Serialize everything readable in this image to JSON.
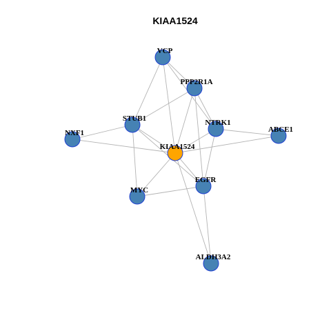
{
  "title": "KIAA1524",
  "colors": {
    "node_fill": "#4682B4",
    "center_fill": "#FFA500",
    "node_stroke": "#1F3FD1",
    "edge": "#B3B3B3"
  },
  "nodes": [
    {
      "id": "VCP",
      "label": "VCP",
      "center": false
    },
    {
      "id": "PPP2R1A",
      "label": "PPP2R1A",
      "center": false
    },
    {
      "id": "STUB1",
      "label": "STUB1",
      "center": false
    },
    {
      "id": "NTRK1",
      "label": "NTRK1",
      "center": false
    },
    {
      "id": "NXF1",
      "label": "NXF1",
      "center": false
    },
    {
      "id": "ABCE1",
      "label": "ABCE1",
      "center": false
    },
    {
      "id": "KIAA1524",
      "label": "KIAA1524",
      "center": true
    },
    {
      "id": "EGFR",
      "label": "EGFR",
      "center": false
    },
    {
      "id": "MYC",
      "label": "MYC",
      "center": false
    },
    {
      "id": "ALDH3A2",
      "label": "ALDH3A2",
      "center": false
    }
  ],
  "edges": [
    [
      "VCP",
      "PPP2R1A"
    ],
    [
      "VCP",
      "STUB1"
    ],
    [
      "VCP",
      "NTRK1"
    ],
    [
      "VCP",
      "KIAA1524"
    ],
    [
      "PPP2R1A",
      "STUB1"
    ],
    [
      "PPP2R1A",
      "NTRK1"
    ],
    [
      "PPP2R1A",
      "KIAA1524"
    ],
    [
      "PPP2R1A",
      "EGFR"
    ],
    [
      "STUB1",
      "NXF1"
    ],
    [
      "STUB1",
      "KIAA1524"
    ],
    [
      "STUB1",
      "MYC"
    ],
    [
      "STUB1",
      "EGFR"
    ],
    [
      "NTRK1",
      "ABCE1"
    ],
    [
      "NTRK1",
      "KIAA1524"
    ],
    [
      "NTRK1",
      "EGFR"
    ],
    [
      "NXF1",
      "KIAA1524"
    ],
    [
      "ABCE1",
      "KIAA1524"
    ],
    [
      "KIAA1524",
      "EGFR"
    ],
    [
      "KIAA1524",
      "MYC"
    ],
    [
      "KIAA1524",
      "ALDH3A2"
    ],
    [
      "EGFR",
      "MYC"
    ],
    [
      "EGFR",
      "ALDH3A2"
    ]
  ]
}
